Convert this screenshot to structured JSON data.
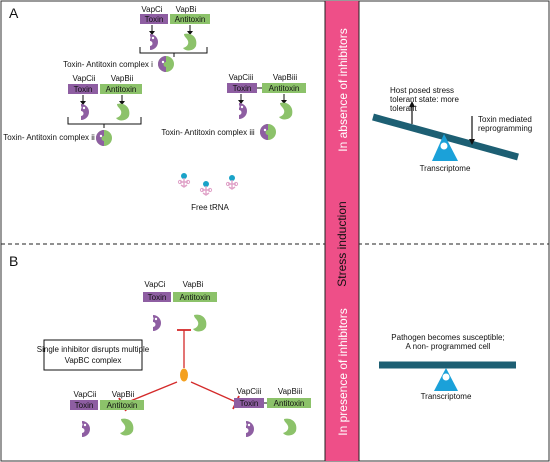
{
  "panels": {
    "a_label": "A",
    "b_label": "B"
  },
  "genes": {
    "vapci": "VapCi",
    "vapbi": "VapBi",
    "vapcii": "VapCii",
    "vapbii": "VapBii",
    "vapciii": "VapCiii",
    "vapbiii": "VapBiii",
    "toxin": "Toxin",
    "antitoxin": "Antitoxin"
  },
  "complexes": {
    "i": "Toxin- Antitoxin complex i",
    "ii": "Toxin- Antitoxin complex ii",
    "iii": "Toxin- Antitoxin complex iii"
  },
  "free_trna": "Free tRNA",
  "inhibitor_note_line1": "Single inhibitor disrupts multiple",
  "inhibitor_note_line2": "VapBC complex",
  "band": {
    "top": "In absence of inhibitors",
    "middle": "Stress induction",
    "bottom": "In presence of inhibitors"
  },
  "seesaw_top": {
    "host_line1": "Host posed stress",
    "host_line2": "tolerant state: more",
    "host_line3": "tolerant",
    "toxin_line1": "Toxin mediated",
    "toxin_line2": "reprogramming",
    "fulcrum": "Transcriptome"
  },
  "seesaw_bottom": {
    "line1": "Pathogen becomes susceptible;",
    "line2": "A non- programmed cell",
    "fulcrum": "Transcriptome"
  },
  "colors": {
    "toxin": "#8e5ea2",
    "antitoxin": "#8cc26a",
    "band": "#ee4f88",
    "beam": "#1d5f73",
    "fulcrum": "#1ba1d9",
    "inhibitor": "#f4a020",
    "inhibit_line": "#d42a2a",
    "trna_dot": "#1aa3c8",
    "trna_line": "#e0a2c8"
  }
}
